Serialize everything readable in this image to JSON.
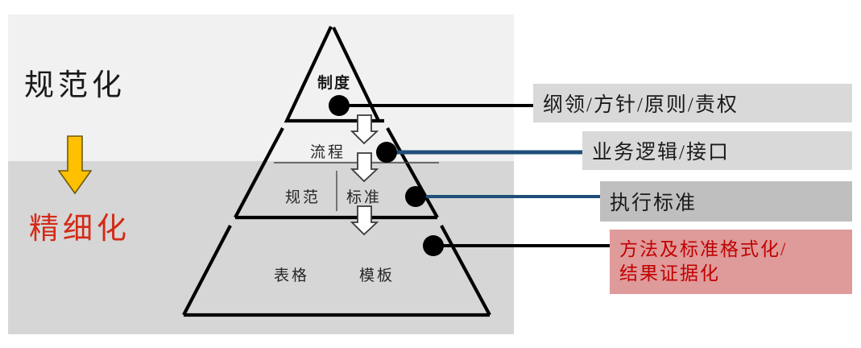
{
  "left_panel": {
    "heading_top": "规范化",
    "heading_bottom": "精细化",
    "arrow_icon": "down-arrow-icon",
    "colors": {
      "top_panel": "#f1f1f1",
      "bottom_panel": "#d6d6d6",
      "heading_top_color": "#1a1a1a",
      "heading_bottom_color": "#d42a16",
      "arrow_fill": "#ffc000"
    }
  },
  "pyramid": {
    "tiers": [
      {
        "level": 1,
        "labels": [
          "制度"
        ]
      },
      {
        "level": 2,
        "labels": [
          "流程"
        ]
      },
      {
        "level": 3,
        "labels": [
          "规范",
          "标准"
        ]
      },
      {
        "level": 4,
        "labels": [
          "表格",
          "模板"
        ]
      }
    ],
    "tier1_label": "制度",
    "tier2_label": "流程",
    "tier3_label_left": "规范",
    "tier3_label_right": "标准",
    "tier4_label_left": "表格",
    "tier4_label_right": "模板",
    "flow_arrows": 3,
    "flow_arrow_icon": "down-arrow-icon",
    "outline_color": "#000000"
  },
  "callouts": [
    {
      "id": "callout-1",
      "text": "纲领/方针/原则/责权",
      "background": "#d9d9d9",
      "text_color": "#1a1a1a",
      "connector_color": "#000000",
      "connector_dot": "connector-dot-icon"
    },
    {
      "id": "callout-2",
      "text": "业务逻辑/接口",
      "background": "#d9d9d9",
      "text_color": "#1a1a1a",
      "connector_color": "#1f4e79",
      "connector_dot": "connector-dot-icon"
    },
    {
      "id": "callout-3",
      "text": "执行标准",
      "background": "#bfbfbf",
      "text_color": "#1a1a1a",
      "connector_color": "#1f4e79",
      "connector_dot": "connector-dot-icon"
    },
    {
      "id": "callout-4",
      "text": "方法及标准格式化/\n结果证据化",
      "background": "#df9a9a",
      "text_color": "#c00000",
      "connector_color": "#000000",
      "connector_dot": "connector-dot-icon"
    }
  ]
}
